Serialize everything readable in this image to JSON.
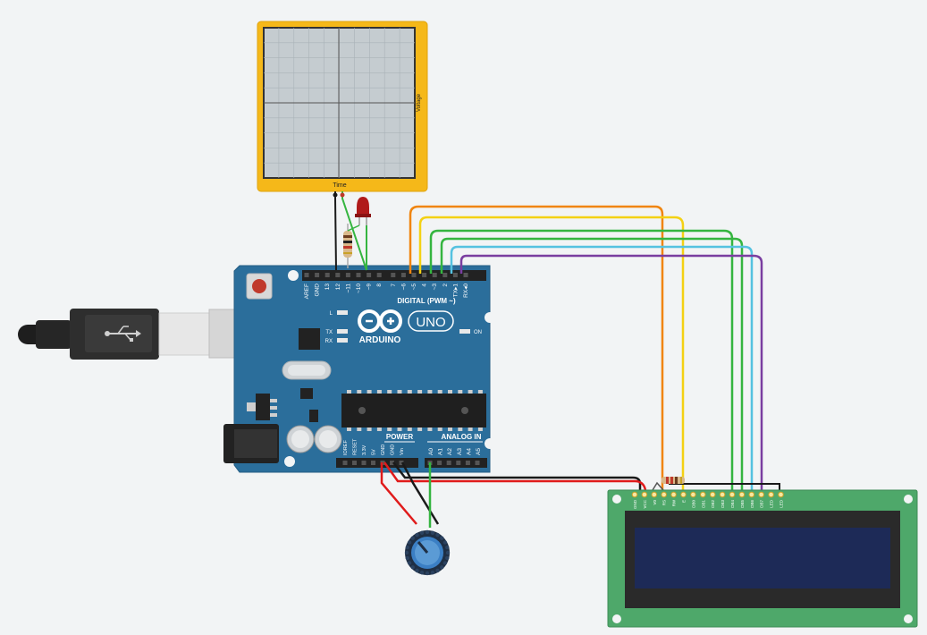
{
  "oscilloscope": {
    "x_axis_label": "Time",
    "y_axis_label": "Voltage"
  },
  "arduino": {
    "logo_text": "ARDUINO",
    "model": "UNO",
    "digital_header_label": "DIGITAL (PWM ~)",
    "digital_pins": [
      "AREF",
      "GND",
      "13",
      "12",
      "~11",
      "~10",
      "~9",
      "8",
      "7",
      "~6",
      "~5",
      "4",
      "~3",
      "2",
      "TX▸1",
      "RX◂0"
    ],
    "power_label": "POWER",
    "power_pins": [
      "IOREF",
      "RESET",
      "3.3V",
      "5V",
      "GND",
      "GND",
      "Vin"
    ],
    "analog_label": "ANALOG IN",
    "analog_pins": [
      "A0",
      "A1",
      "A2",
      "A3",
      "A4",
      "A5"
    ],
    "led_labels": {
      "l": "L",
      "tx": "TX",
      "rx": "RX",
      "on": "ON"
    }
  },
  "lcd": {
    "pins": [
      "GND",
      "VCC",
      "V0",
      "RS",
      "RW",
      "E",
      "DB0",
      "DB1",
      "DB2",
      "DB3",
      "DB4",
      "DB5",
      "DB6",
      "DB7",
      "LED",
      "LED"
    ]
  },
  "colors": {
    "background": "#f2f4f5",
    "arduino_board": "#2b6e9b",
    "oscilloscope_frame": "#f5b819",
    "lcd_board": "#4ea86a",
    "lcd_screen": "#1d2a57",
    "wire_orange": "#f0850f",
    "wire_yellow": "#f4d114",
    "wire_green": "#35b540",
    "wire_cyan": "#55c2e0",
    "wire_blue": "#4aa6d6",
    "wire_purple": "#7a3ea0",
    "wire_red": "#e01b1b",
    "wire_black": "#1a1a1a",
    "led_red": "#b01a1a",
    "potentiometer": "#3b7fc4"
  }
}
